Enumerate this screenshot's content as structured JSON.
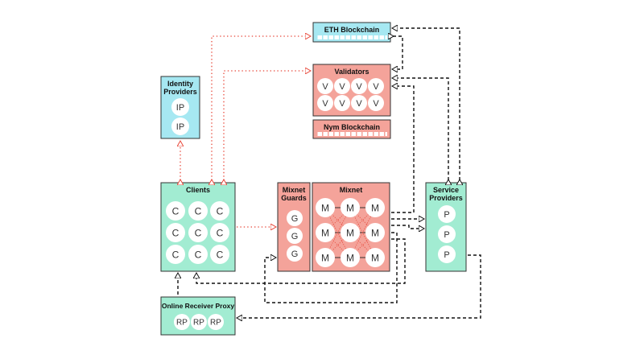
{
  "eth": {
    "title": "ETH Blockchain"
  },
  "validators": {
    "title": "Validators",
    "node": "V"
  },
  "nym": {
    "title": "Nym Blockchain"
  },
  "identity": {
    "title_line1": "Identity",
    "title_line2": "Providers",
    "node": "IP"
  },
  "clients": {
    "title": "Clients",
    "node": "C"
  },
  "guards": {
    "title_line1": "Mixnet",
    "title_line2": "Guards",
    "node": "G"
  },
  "mixnet": {
    "title": "Mixnet",
    "node": "M"
  },
  "service": {
    "title_line1": "Service",
    "title_line2": "Providers",
    "node": "P"
  },
  "proxy": {
    "title": "Online Receiver Proxy",
    "node": "RP"
  },
  "colors": {
    "cyan": "#a6e8f2",
    "salmon": "#f4a39a",
    "mint": "#a2ecd2",
    "red_arrow": "#e8483a",
    "black_arrow": "#111111"
  }
}
